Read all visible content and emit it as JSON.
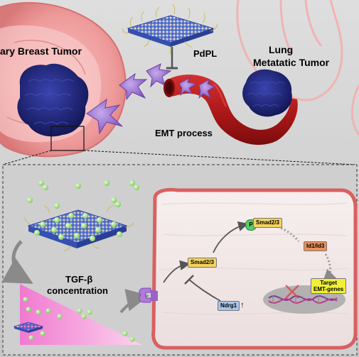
{
  "labels": {
    "primary_tumor": "ary Breast Tumor",
    "pdpl": "PdPL",
    "lung_line1": "Lung",
    "lung_line2": "Metatatic Tumor",
    "emt_process": "EMT process",
    "tgf_line1": "TGF-β",
    "tgf_line2": "concentration",
    "smad_cyto": "Smad2/3",
    "smad_phos": "Smad2/3",
    "phospho_marker": "P",
    "id": "Id1/Id3",
    "target_line1": "Target",
    "target_line2": "EMT-genes",
    "ndrg1": "Ndrg1",
    "ndrg1_arrow": "↑"
  },
  "colors": {
    "background_top": "#d4d4d4",
    "background_bottom": "#c9c9c9",
    "tissue_pink": "#f2a0a0",
    "lung_outline": "#f1b3b3",
    "blood_vessel": "#b01a1a",
    "tumor_blue": "#23287a",
    "cell_purple": "#8c62c4",
    "nanoparticle_blue": "#4a6bd6",
    "tgf_green": "#a8dc8a",
    "gradient_pink": "#f06cc8",
    "cell_box": "#f2e8e8",
    "cell_border": "#d96060",
    "smad_tag": "#f5d35c",
    "id_tag": "#e8905c",
    "target_tag": "#f0f03a",
    "ndrg1_tag": "#a9c4e8"
  }
}
